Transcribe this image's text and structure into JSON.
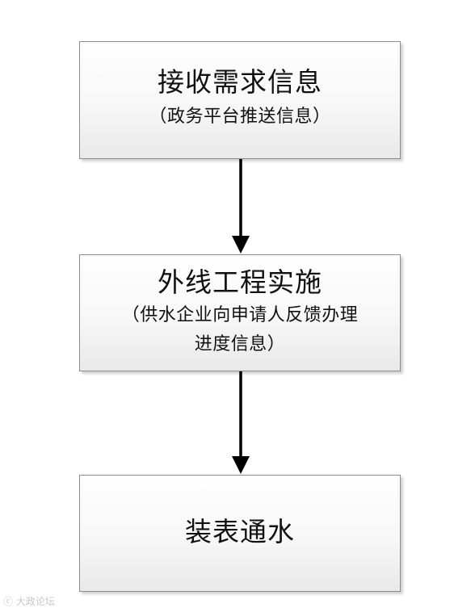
{
  "steps": [
    {
      "title": "接收需求信息",
      "subtitle": "（政务平台推送信息）"
    },
    {
      "title": "外线工程实施",
      "subtitle_line1": "（供水企业向申请人反馈办理",
      "subtitle_line2": "进度信息）"
    },
    {
      "title": "装表通水"
    }
  ],
  "watermark": "大政论坛",
  "colors": {
    "border": "#8c8c8c",
    "arrow": "#000000",
    "box_fill_top": "#ffffff",
    "box_fill_bottom": "#e9e9e9"
  }
}
